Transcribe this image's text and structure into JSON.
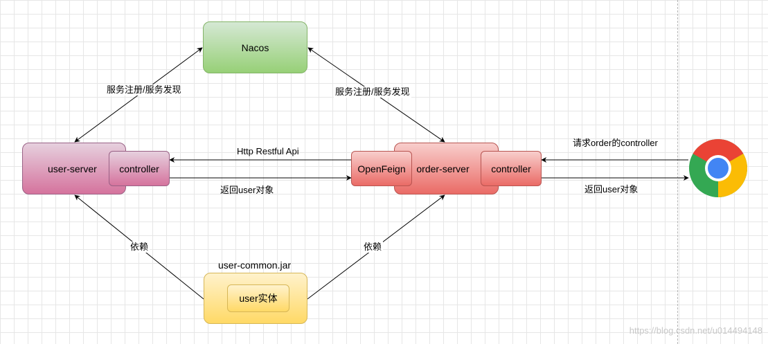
{
  "nodes": {
    "nacos": "Nacos",
    "user_server": "user-server",
    "user_controller": "controller",
    "openfeign": "OpenFeign",
    "order_server": "order-server",
    "order_controller": "controller",
    "user_common_jar": "user-common.jar",
    "user_entity": "user实体"
  },
  "edge_labels": {
    "register_left": "服务注册/服务发现",
    "register_right": "服务注册/服务发现",
    "http_restful": "Http Restful Api",
    "return_user_mid": "返回user对象",
    "request_order": "请求order的controller",
    "return_user_right": "返回user对象",
    "depend_left": "依赖",
    "depend_right": "依赖"
  },
  "icons": {
    "browser": "chrome-icon"
  },
  "watermark": "https://blog.csdn.net/u014494148",
  "colors": {
    "green_fill": "#97d077",
    "pink_fill": "#d5739d",
    "red_fill": "#ea6b66",
    "yellow_fill": "#ffd966"
  }
}
